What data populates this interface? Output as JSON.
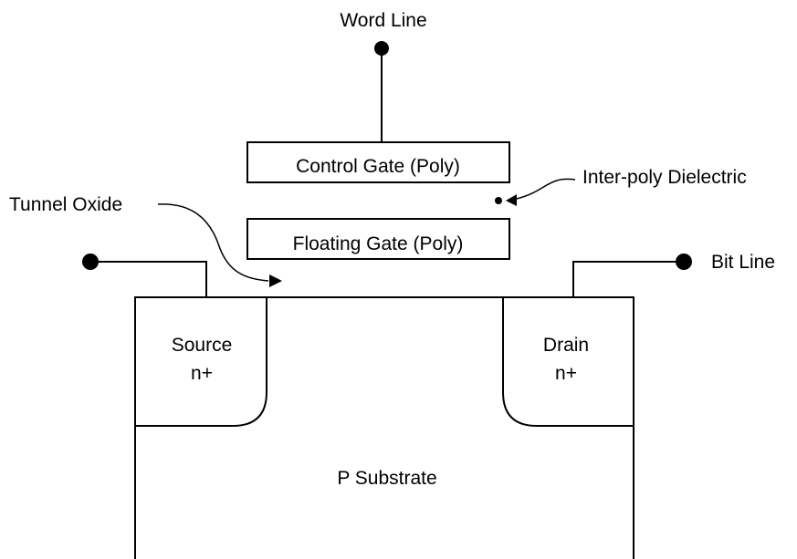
{
  "labels": {
    "word_line": "Word Line",
    "control_gate": "Control Gate (Poly)",
    "inter_poly_dielectric": "Inter-poly Dielectric",
    "tunnel_oxide": "Tunnel Oxide",
    "floating_gate": "Floating Gate (Poly)",
    "bit_line": "Bit Line",
    "source": "Source",
    "source_doping": "n+",
    "drain": "Drain",
    "drain_doping": "n+",
    "substrate": "P Substrate"
  }
}
